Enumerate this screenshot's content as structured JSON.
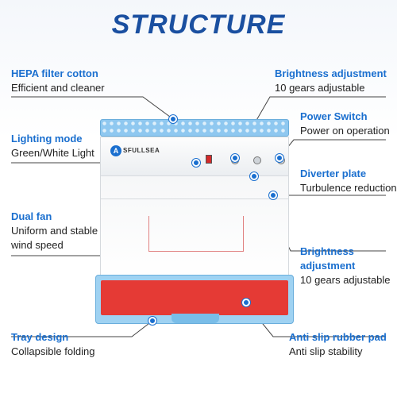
{
  "title": "STRUCTURE",
  "brand": "SFULLSEA",
  "brand_mark": "A",
  "colors": {
    "accent": "#1a6fcf",
    "title": "#1a4fa0",
    "filter": "#8fc8f0",
    "mat": "#e53a35"
  },
  "labels": {
    "hepa": {
      "heading": "HEPA filter cotton",
      "desc": "Efficient and cleaner"
    },
    "lighting": {
      "heading": "Lighting mode",
      "desc": "Green/White Light"
    },
    "dual_fan": {
      "heading": "Dual fan",
      "desc_line1": "Uniform and stable",
      "desc_line2": "wind speed"
    },
    "tray": {
      "heading": "Tray design",
      "desc": "Collapsible folding"
    },
    "brightness_top": {
      "heading": "Brightness adjustment",
      "desc": "10 gears adjustable"
    },
    "power": {
      "heading": "Power Switch",
      "desc": "Power on operation"
    },
    "diverter": {
      "heading": "Diverter plate",
      "desc": "Turbulence reduction"
    },
    "brightness_mid": {
      "heading_line1": "Brightness",
      "heading_line2": "adjustment",
      "desc": "10 gears adjustable"
    },
    "anti_slip": {
      "heading": "Anti slip rubber pad",
      "desc": "Anti slip stability"
    }
  }
}
